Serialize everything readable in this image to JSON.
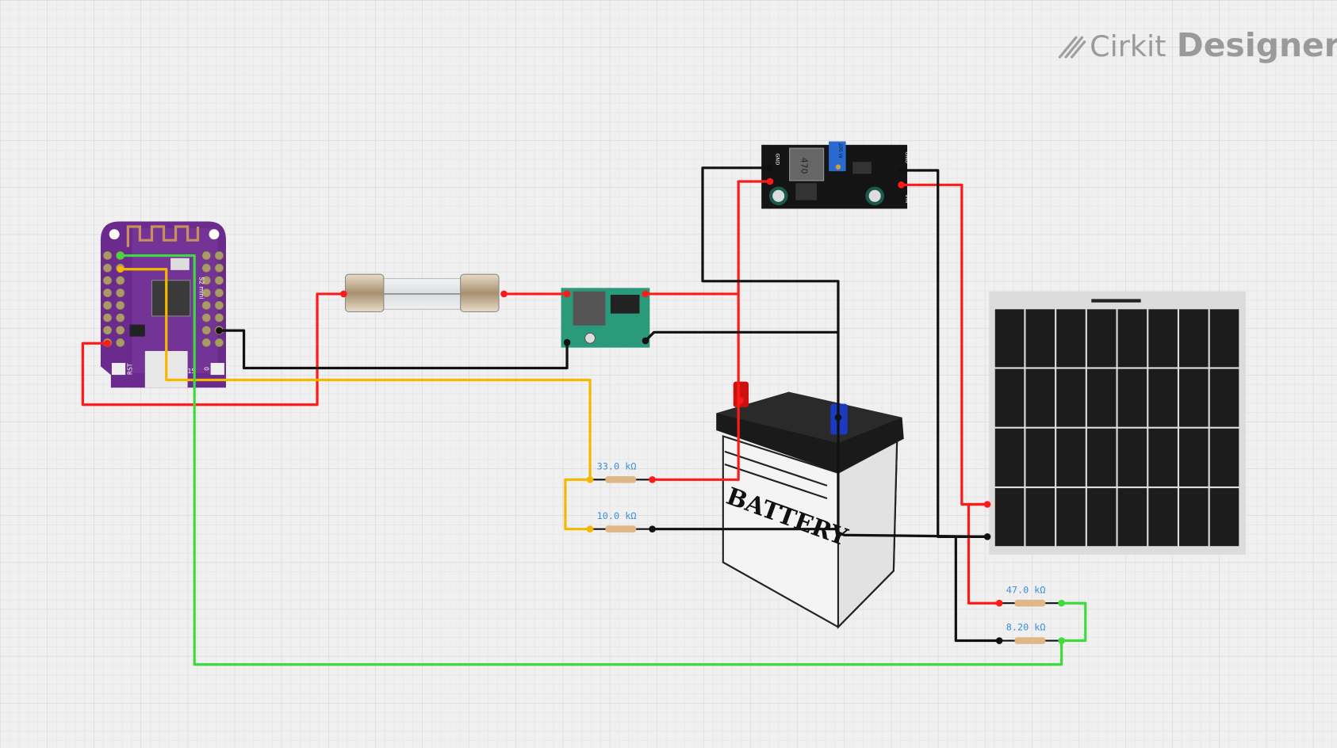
{
  "logo": {
    "brand": "Cirkit",
    "product": "Designer"
  },
  "components": {
    "esp_board": {
      "silk_rst": "RST",
      "silk_15": "15",
      "silk_0": "0",
      "silk_model": "S2 mini"
    },
    "fuse": {},
    "buck_converter": {},
    "boost_module": {
      "inductor": "470",
      "pot": "205 W",
      "pin_gnd_left": "GND",
      "pin_gnd_right": "GND",
      "pin_vin": "VIN"
    },
    "battery": {
      "label": "BATTERY"
    },
    "solar_panel": {}
  },
  "resistors": [
    {
      "label": "33.0 kΩ"
    },
    {
      "label": "10.0 kΩ"
    },
    {
      "label": "47.0 kΩ"
    },
    {
      "label": "8.20 kΩ"
    }
  ],
  "colors": {
    "red": "#ff1a1a",
    "black": "#111111",
    "yellow": "#f5b800",
    "green": "#3ddc3d",
    "board": "#6a2a8e",
    "label": "#3a8fd8"
  }
}
